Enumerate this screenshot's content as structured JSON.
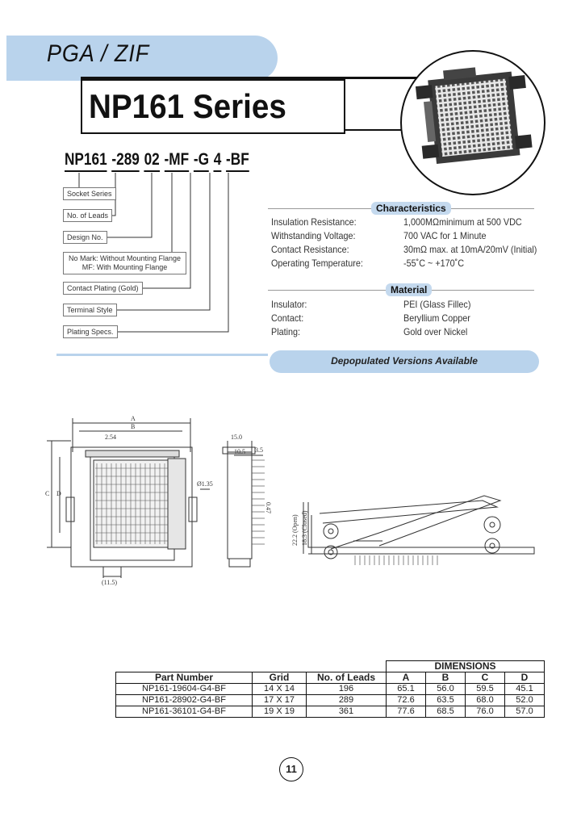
{
  "header": {
    "category": "PGA / ZIF",
    "series": "NP161 Series"
  },
  "part_number": {
    "segments": [
      "NP161",
      "-289",
      "02",
      "-MF",
      "-G",
      "4",
      "-BF"
    ]
  },
  "legend_labels": {
    "socket_series": "Socket Series",
    "num_leads": "No. of Leads",
    "design_no": "Design No.",
    "flange_1": "No Mark: Without Mounting Flange",
    "flange_2": "MF: With Mounting Flange",
    "contact_plating": "Contact Plating (Gold)",
    "terminal_style": "Terminal Style",
    "plating_specs": "Plating Specs."
  },
  "characteristics": {
    "heading": "Characteristics",
    "rows": [
      {
        "label": "Insulation Resistance:",
        "value": "1,000MΩminimum at 500 VDC"
      },
      {
        "label": "Withstanding Voltage:",
        "value": "700 VAC for 1 Minute"
      },
      {
        "label": "Contact Resistance:",
        "value": "30mΩ max. at 10mA/20mV (Initial)"
      },
      {
        "label": "Operating Temperature:",
        "value": "-55˚C ~ +170˚C"
      }
    ]
  },
  "material": {
    "heading": "Material",
    "rows": [
      {
        "label": "Insulator:",
        "value": "PEI (Glass Fillec)"
      },
      {
        "label": "Contact:",
        "value": "Beryllium Copper"
      },
      {
        "label": "Plating:",
        "value": "Gold over Nickel"
      }
    ]
  },
  "banner": "Depopulated Versions Available",
  "drawing": {
    "dim_a": "A",
    "dim_b": "B",
    "dim_c": "C",
    "dim_d": "D",
    "pitch": "2.54",
    "offset": "(11.5)",
    "pin": "Ø1.35",
    "h1": "15.0",
    "h2": "10.5",
    "h3": "3.5",
    "h4": "0.47",
    "lift": "22.2 (Open)",
    "lift2": "18.3 (Closed)"
  },
  "table": {
    "dimensions_label": "DIMENSIONS",
    "headers": [
      "Part Number",
      "Grid",
      "No. of Leads",
      "A",
      "B",
      "C",
      "D"
    ],
    "rows": [
      [
        "NP161-19604-G4-BF",
        "14 X 14",
        "196",
        "65.1",
        "56.0",
        "59.5",
        "45.1"
      ],
      [
        "NP161-28902-G4-BF",
        "17 X 17",
        "289",
        "72.6",
        "63.5",
        "68.0",
        "52.0"
      ],
      [
        "NP161-36101-G4-BF",
        "19 X 19",
        "361",
        "77.6",
        "68.5",
        "76.0",
        "57.0"
      ]
    ]
  },
  "page_number": "11"
}
